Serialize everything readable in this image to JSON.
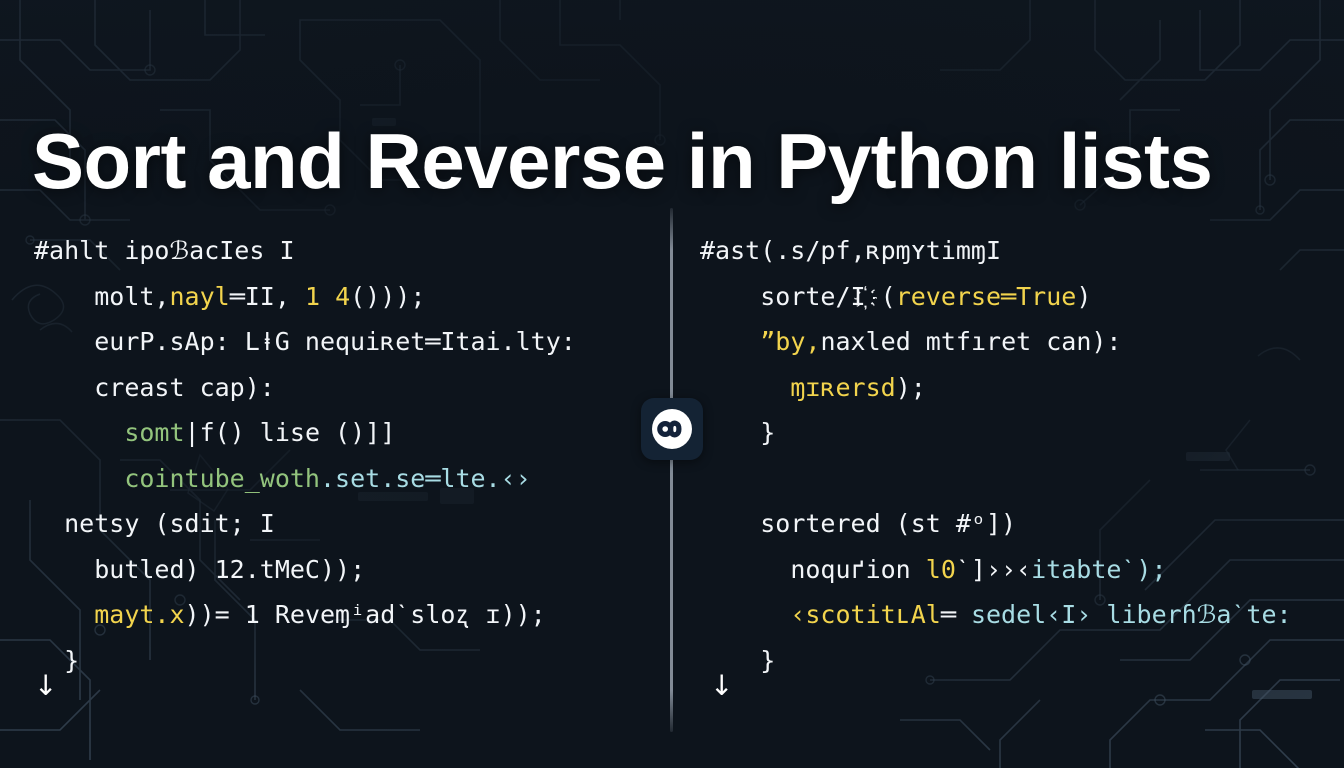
{
  "page": {
    "title": "Sort and Reverse in Python lists",
    "background_color": "#0d141c",
    "title_color": "#ffffff",
    "divider_color": "#96a0ac"
  },
  "badge": {
    "name": "infinity-logo",
    "glyph": "∞",
    "background_color": "#142334",
    "circle_color": "#ffffff",
    "glyph_color": "#142334"
  },
  "colors": {
    "plain": "#f2f5f8",
    "yellow": "#f2d44d",
    "green": "#93c47d",
    "cyan": "#a8dce4"
  },
  "columns": [
    {
      "id": "left",
      "scroll_arrow": "↓",
      "lines": [
        {
          "indent": 0,
          "tokens": [
            {
              "text": "#ahl",
              "color": "plain"
            },
            {
              "text": "t ipo",
              "color": "plain"
            },
            {
              "text": "ℬac",
              "color": "plain"
            },
            {
              "text": "Ies I",
              "color": "plain"
            }
          ]
        },
        {
          "indent": 2,
          "tokens": [
            {
              "text": "molt,",
              "color": "plain"
            },
            {
              "text": "nayl",
              "color": "yellow"
            },
            {
              "text": "═II, ",
              "color": "plain"
            },
            {
              "text": "1 4",
              "color": "yellow"
            },
            {
              "text": "()));",
              "color": "plain"
            }
          ]
        },
        {
          "indent": 2,
          "tokens": [
            {
              "text": "eurP.sAp: LⱡG nequiʀet═Itai.lty:",
              "color": "plain"
            }
          ]
        },
        {
          "indent": 2,
          "tokens": [
            {
              "text": "creast cap):",
              "color": "plain"
            }
          ]
        },
        {
          "indent": 3,
          "tokens": [
            {
              "text": "somt",
              "color": "green"
            },
            {
              "text": "|f() lise ()]]",
              "color": "plain"
            }
          ]
        },
        {
          "indent": 3,
          "tokens": [
            {
              "text": "cointube_woth",
              "color": "green"
            },
            {
              "text": ".set.se═lte.‹›",
              "color": "cyan"
            }
          ]
        },
        {
          "indent": 1,
          "tokens": [
            {
              "text": "netsy (sdit; I",
              "color": "plain"
            }
          ]
        },
        {
          "indent": 2,
          "tokens": [
            {
              "text": "butled) 12.tMeC));",
              "color": "plain"
            }
          ]
        },
        {
          "indent": 2,
          "tokens": [
            {
              "text": "mayt.x",
              "color": "yellow"
            },
            {
              "text": "))= 1 Reveɱ",
              "color": "plain"
            },
            {
              "text": "ⁱadˋsloʐ ɪ));",
              "color": "plain"
            }
          ]
        },
        {
          "indent": 1,
          "tokens": [
            {
              "text": "}",
              "color": "plain"
            }
          ]
        }
      ]
    },
    {
      "id": "right",
      "scroll_arrow": "↓",
      "lines": [
        {
          "indent": 0,
          "tokens": [
            {
              "text": "#ast(.s/pf,",
              "color": "plain"
            },
            {
              "text": "ʀpɱʏtimɱI",
              "color": "plain"
            }
          ]
        },
        {
          "indent": 2,
          "tokens": [
            {
              "text": "sorte/I҉ (",
              "color": "plain"
            },
            {
              "text": "reverse═True",
              "color": "yellow"
            },
            {
              "text": ")",
              "color": "plain"
            }
          ]
        },
        {
          "indent": 2,
          "tokens": [
            {
              "text": "”",
              "color": "yellow"
            },
            {
              "text": "by",
              "color": "yellow"
            },
            {
              "text": ",",
              "color": "yellow"
            },
            {
              "text": "naxled mtfıret can):",
              "color": "plain"
            }
          ]
        },
        {
          "indent": 3,
          "tokens": [
            {
              "text": "ɱɪ",
              "color": "yellow"
            },
            {
              "text": "ʀersd",
              "color": "yellow"
            },
            {
              "text": ");",
              "color": "plain"
            }
          ]
        },
        {
          "indent": 2,
          "tokens": [
            {
              "text": "}",
              "color": "plain"
            }
          ]
        },
        {
          "indent": 0,
          "tokens": []
        },
        {
          "indent": 2,
          "tokens": [
            {
              "text": "sortered (st #ᵒ])",
              "color": "plain"
            }
          ]
        },
        {
          "indent": 3,
          "tokens": [
            {
              "text": "noquґion ",
              "color": "plain"
            },
            {
              "text": "l0",
              "color": "yellow"
            },
            {
              "text": "ˋ]››‹",
              "color": "plain"
            },
            {
              "text": "itabteˋ);",
              "color": "cyan"
            }
          ]
        },
        {
          "indent": 3,
          "tokens": [
            {
              "text": "‹",
              "color": "yellow"
            },
            {
              "text": "scotitʟAl",
              "color": "yellow"
            },
            {
              "text": "═ ",
              "color": "plain"
            },
            {
              "text": "sedel‹I› liberɦℬaˋte:",
              "color": "cyan"
            }
          ]
        },
        {
          "indent": 2,
          "tokens": [
            {
              "text": "}",
              "color": "plain"
            }
          ]
        }
      ]
    }
  ]
}
